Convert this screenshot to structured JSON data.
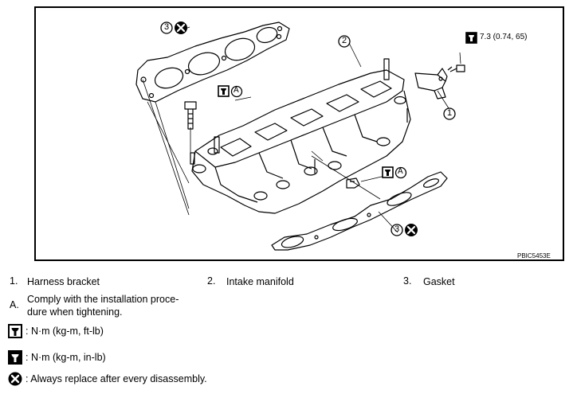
{
  "diagram": {
    "callouts": {
      "gasket_top": "3",
      "manifold": "2",
      "bracket": "1",
      "gasket_bottom": "3",
      "note_a_1": "A",
      "note_a_2": "A"
    },
    "torque_spec": "7.3 (0.74, 65)",
    "image_code": "PBIC5453E"
  },
  "legend": {
    "items": [
      {
        "num": "1.",
        "label": "Harness bracket"
      },
      {
        "num": "2.",
        "label": "Intake manifold"
      },
      {
        "num": "3.",
        "label": "Gasket"
      }
    ],
    "note_a": {
      "key": "A.",
      "line1": "Comply with the installation proce-",
      "line2": "dure when tightening."
    },
    "symbols": [
      {
        "icon": "torque-wrench-icon",
        "text": ": N·m (kg-m, ft-lb)"
      },
      {
        "icon": "torque-wrench-inlb-icon",
        "text": ": N·m (kg-m, in-lb)"
      },
      {
        "icon": "replace-part-icon",
        "text": ": Always replace after every disassembly."
      }
    ]
  }
}
